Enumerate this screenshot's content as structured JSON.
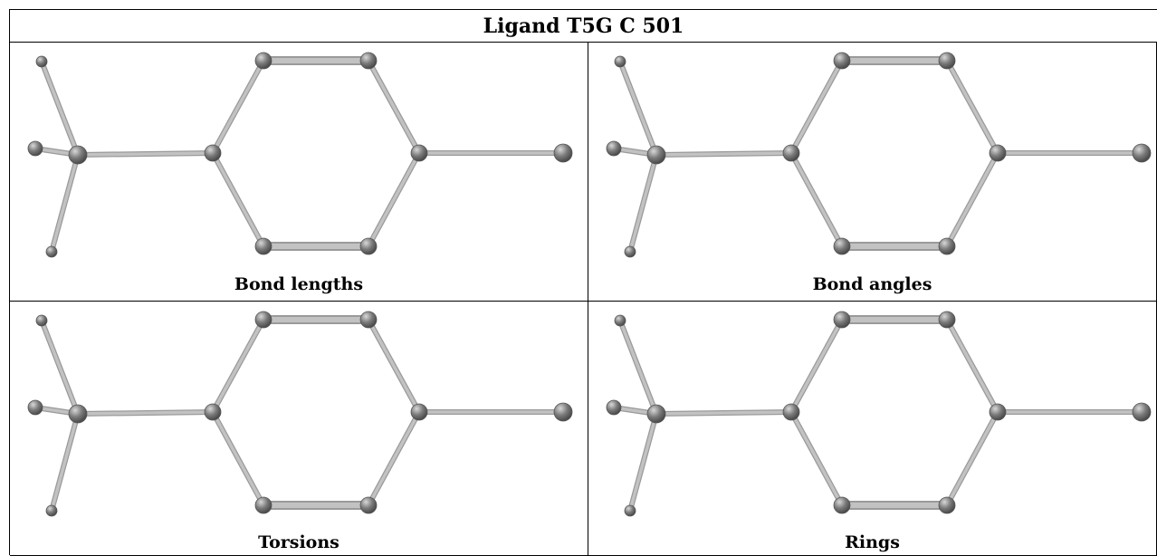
{
  "title": "Ligand T5G C 501",
  "panels": [
    {
      "caption": "Bond lengths"
    },
    {
      "caption": "Bond angles"
    },
    {
      "caption": "Torsions"
    },
    {
      "caption": "Rings"
    }
  ],
  "colors": {
    "bond": "#c2c2c2",
    "bond_edge": "#9a9a9a",
    "atom": "#7a7a7a",
    "atom_highlight": "#d8d8d8",
    "border": "#000000"
  }
}
